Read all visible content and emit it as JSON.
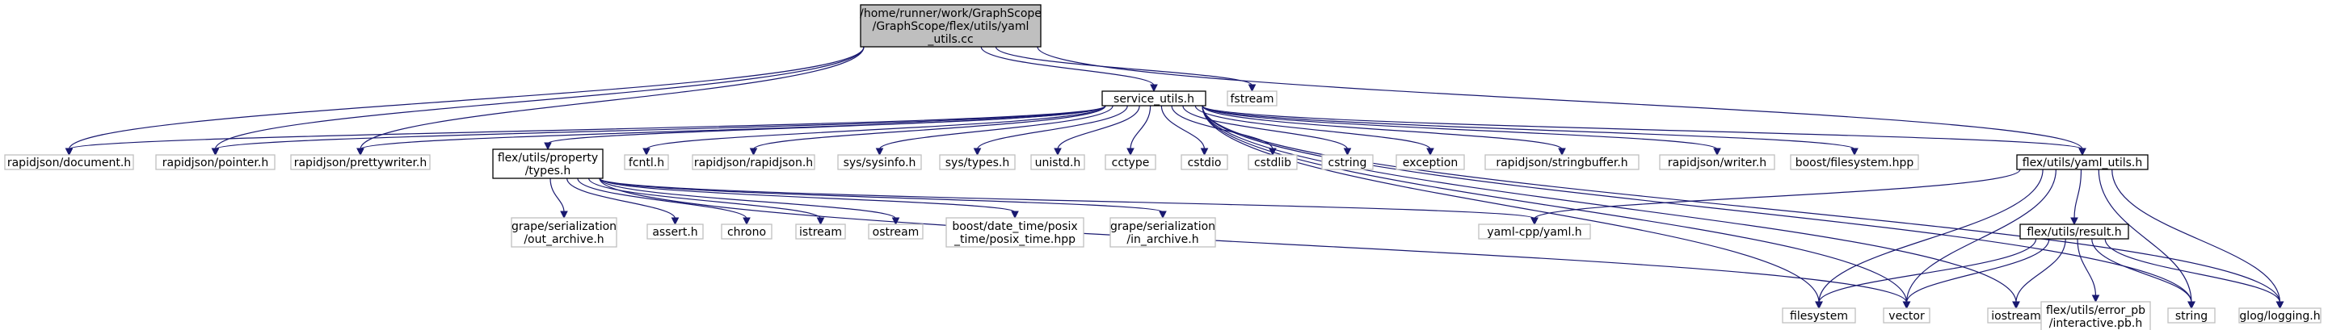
{
  "colors": {
    "edge": "#191970",
    "root_fill": "#bfbfbf",
    "root_border": "#000000",
    "project_border": "#000000",
    "external_border": "#bfbfbf",
    "node_fill": "#ffffff",
    "text": "#000000"
  },
  "nodes": [
    {
      "id": "root",
      "kind": "root",
      "lines": [
        "/home/runner/work/GraphScope",
        "/GraphScope/flex/utils/yaml",
        "_utils.cc"
      ]
    },
    {
      "id": "service_utils",
      "kind": "project",
      "lines": [
        "service_utils.h"
      ]
    },
    {
      "id": "fstream",
      "kind": "external",
      "lines": [
        "fstream"
      ]
    },
    {
      "id": "rj_document",
      "kind": "external",
      "lines": [
        "rapidjson/document.h"
      ]
    },
    {
      "id": "rj_pointer",
      "kind": "external",
      "lines": [
        "rapidjson/pointer.h"
      ]
    },
    {
      "id": "rj_prettywriter",
      "kind": "external",
      "lines": [
        "rapidjson/prettywriter.h"
      ]
    },
    {
      "id": "property_types",
      "kind": "project",
      "lines": [
        "flex/utils/property",
        "/types.h"
      ]
    },
    {
      "id": "fcntl",
      "kind": "external",
      "lines": [
        "fcntl.h"
      ]
    },
    {
      "id": "rj_rapidjson",
      "kind": "external",
      "lines": [
        "rapidjson/rapidjson.h"
      ]
    },
    {
      "id": "sysinfo",
      "kind": "external",
      "lines": [
        "sys/sysinfo.h"
      ]
    },
    {
      "id": "systypes",
      "kind": "external",
      "lines": [
        "sys/types.h"
      ]
    },
    {
      "id": "unistd",
      "kind": "external",
      "lines": [
        "unistd.h"
      ]
    },
    {
      "id": "cctype",
      "kind": "external",
      "lines": [
        "cctype"
      ]
    },
    {
      "id": "cstdio",
      "kind": "external",
      "lines": [
        "cstdio"
      ]
    },
    {
      "id": "cstdlib",
      "kind": "external",
      "lines": [
        "cstdlib"
      ]
    },
    {
      "id": "cstring",
      "kind": "external",
      "lines": [
        "cstring"
      ]
    },
    {
      "id": "exception",
      "kind": "external",
      "lines": [
        "exception"
      ]
    },
    {
      "id": "rj_stringbuffer",
      "kind": "external",
      "lines": [
        "rapidjson/stringbuffer.h"
      ]
    },
    {
      "id": "rj_writer",
      "kind": "external",
      "lines": [
        "rapidjson/writer.h"
      ]
    },
    {
      "id": "boost_fs",
      "kind": "external",
      "lines": [
        "boost/filesystem.hpp"
      ]
    },
    {
      "id": "yaml_utils",
      "kind": "project",
      "lines": [
        "flex/utils/yaml_utils.h"
      ]
    },
    {
      "id": "grape_out",
      "kind": "external",
      "lines": [
        "grape/serialization",
        "/out_archive.h"
      ]
    },
    {
      "id": "assert",
      "kind": "external",
      "lines": [
        "assert.h"
      ]
    },
    {
      "id": "chrono",
      "kind": "external",
      "lines": [
        "chrono"
      ]
    },
    {
      "id": "istream",
      "kind": "external",
      "lines": [
        "istream"
      ]
    },
    {
      "id": "ostream",
      "kind": "external",
      "lines": [
        "ostream"
      ]
    },
    {
      "id": "boost_dt",
      "kind": "external",
      "lines": [
        "boost/date_time/posix",
        "_time/posix_time.hpp"
      ]
    },
    {
      "id": "grape_in",
      "kind": "external",
      "lines": [
        "grape/serialization",
        "/in_archive.h"
      ]
    },
    {
      "id": "yaml_cpp",
      "kind": "external",
      "lines": [
        "yaml-cpp/yaml.h"
      ]
    },
    {
      "id": "result",
      "kind": "project",
      "lines": [
        "flex/utils/result.h"
      ]
    },
    {
      "id": "filesystem",
      "kind": "external",
      "lines": [
        "filesystem"
      ]
    },
    {
      "id": "vector",
      "kind": "external",
      "lines": [
        "vector"
      ]
    },
    {
      "id": "iostream",
      "kind": "external",
      "lines": [
        "iostream"
      ]
    },
    {
      "id": "error_pb",
      "kind": "external",
      "lines": [
        "flex/utils/error_pb",
        "/interactive.pb.h"
      ]
    },
    {
      "id": "string",
      "kind": "external",
      "lines": [
        "string"
      ]
    },
    {
      "id": "glog",
      "kind": "external",
      "lines": [
        "glog/logging.h"
      ]
    }
  ],
  "edges": [
    [
      "root",
      "service_utils"
    ],
    [
      "root",
      "fstream"
    ],
    [
      "root",
      "rj_document"
    ],
    [
      "root",
      "rj_pointer"
    ],
    [
      "root",
      "rj_prettywriter"
    ],
    [
      "root",
      "yaml_utils"
    ],
    [
      "service_utils",
      "rj_document"
    ],
    [
      "service_utils",
      "rj_pointer"
    ],
    [
      "service_utils",
      "rj_prettywriter"
    ],
    [
      "service_utils",
      "property_types"
    ],
    [
      "service_utils",
      "fcntl"
    ],
    [
      "service_utils",
      "rj_rapidjson"
    ],
    [
      "service_utils",
      "sysinfo"
    ],
    [
      "service_utils",
      "systypes"
    ],
    [
      "service_utils",
      "unistd"
    ],
    [
      "service_utils",
      "cctype"
    ],
    [
      "service_utils",
      "cstdio"
    ],
    [
      "service_utils",
      "cstdlib"
    ],
    [
      "service_utils",
      "cstring"
    ],
    [
      "service_utils",
      "exception"
    ],
    [
      "service_utils",
      "rj_stringbuffer"
    ],
    [
      "service_utils",
      "rj_writer"
    ],
    [
      "service_utils",
      "boost_fs"
    ],
    [
      "service_utils",
      "yaml_utils"
    ],
    [
      "service_utils",
      "filesystem"
    ],
    [
      "service_utils",
      "vector"
    ],
    [
      "service_utils",
      "iostream"
    ],
    [
      "service_utils",
      "string"
    ],
    [
      "service_utils",
      "glog"
    ],
    [
      "property_types",
      "grape_out"
    ],
    [
      "property_types",
      "assert"
    ],
    [
      "property_types",
      "chrono"
    ],
    [
      "property_types",
      "istream"
    ],
    [
      "property_types",
      "ostream"
    ],
    [
      "property_types",
      "boost_dt"
    ],
    [
      "property_types",
      "grape_in"
    ],
    [
      "property_types",
      "yaml_cpp"
    ],
    [
      "property_types",
      "vector"
    ],
    [
      "yaml_utils",
      "yaml_cpp"
    ],
    [
      "yaml_utils",
      "result"
    ],
    [
      "yaml_utils",
      "filesystem"
    ],
    [
      "yaml_utils",
      "vector"
    ],
    [
      "yaml_utils",
      "string"
    ],
    [
      "yaml_utils",
      "glog"
    ],
    [
      "result",
      "filesystem"
    ],
    [
      "result",
      "vector"
    ],
    [
      "result",
      "iostream"
    ],
    [
      "result",
      "error_pb"
    ],
    [
      "result",
      "string"
    ],
    [
      "result",
      "glog"
    ]
  ]
}
